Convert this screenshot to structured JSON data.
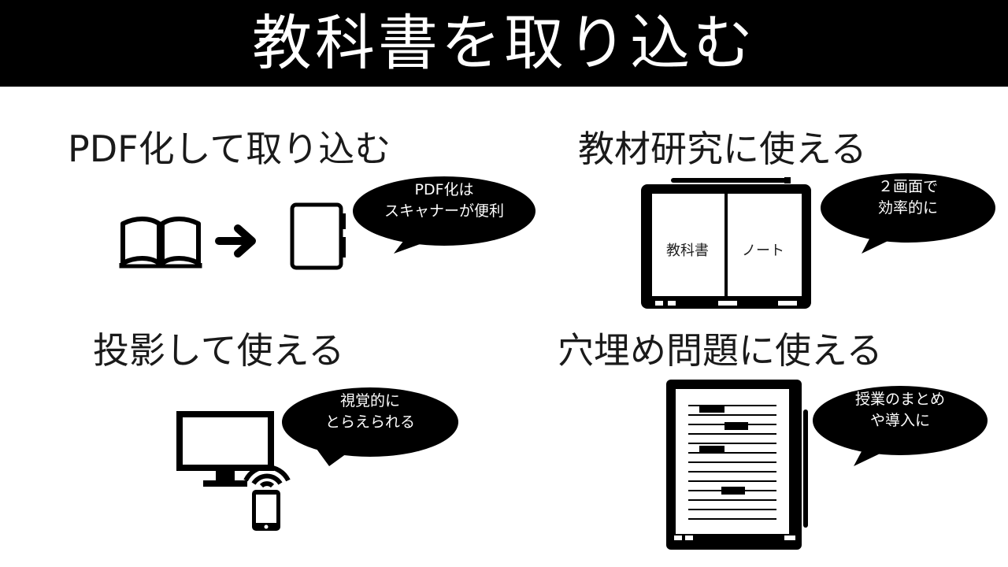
{
  "title": "教科書を取り込む",
  "sections": {
    "pdf": {
      "heading": "PDF化して取り込む",
      "bubble_line1": "PDF化は",
      "bubble_line2": "スキャナーが便利"
    },
    "research": {
      "heading": "教材研究に使える",
      "bubble_line1": "２画面で",
      "bubble_line2": "効率的に",
      "left_pane": "教科書",
      "right_pane": "ノート"
    },
    "projection": {
      "heading": "投影して使える",
      "bubble_line1": "視覚的に",
      "bubble_line2": "とらえられる"
    },
    "fill_in": {
      "heading": "穴埋め問題に使える",
      "bubble_line1": "授業のまとめ",
      "bubble_line2": "や導入に"
    }
  },
  "colors": {
    "bar": "#000000",
    "title_text": "#ffffff",
    "ink": "#000000",
    "background": "#ffffff"
  },
  "icons": [
    "book-icon",
    "arrow-right-icon",
    "tablet-icon",
    "dual-screen-tablet-icon",
    "monitor-icon",
    "wireless-icon",
    "smartphone-icon",
    "worksheet-tablet-icon"
  ]
}
